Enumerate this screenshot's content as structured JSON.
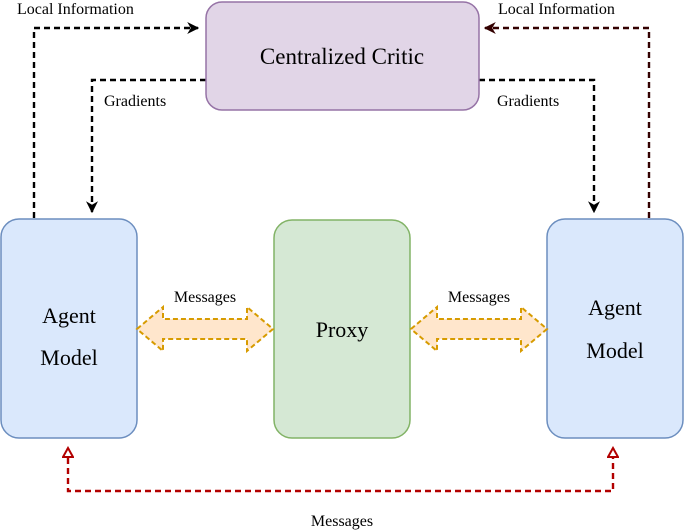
{
  "nodes": {
    "critic": {
      "label": "Centralized Critic",
      "fill": "#e1d5e7",
      "stroke": "#9673a6"
    },
    "agent_left": {
      "line1": "Agent",
      "line2": "Model",
      "fill": "#dae8fc",
      "stroke": "#6c8ebf"
    },
    "proxy": {
      "label": "Proxy",
      "fill": "#d5e8d4",
      "stroke": "#82b366"
    },
    "agent_right": {
      "line1": "Agent",
      "line2": "Model",
      "fill": "#dae8fc",
      "stroke": "#6c8ebf"
    }
  },
  "edges": {
    "local_info_left": "Local Information",
    "local_info_right": "Local Information",
    "gradients_left": "Gradients",
    "gradients_right": "Gradients",
    "messages_left": "Messages",
    "messages_right": "Messages",
    "messages_bottom": "Messages"
  },
  "colors": {
    "black_arrow": "#000000",
    "dark_red_arrow": "#330000",
    "red_arrow": "#b20000",
    "message_fill": "#ffe6cc",
    "message_stroke": "#d79b00"
  }
}
